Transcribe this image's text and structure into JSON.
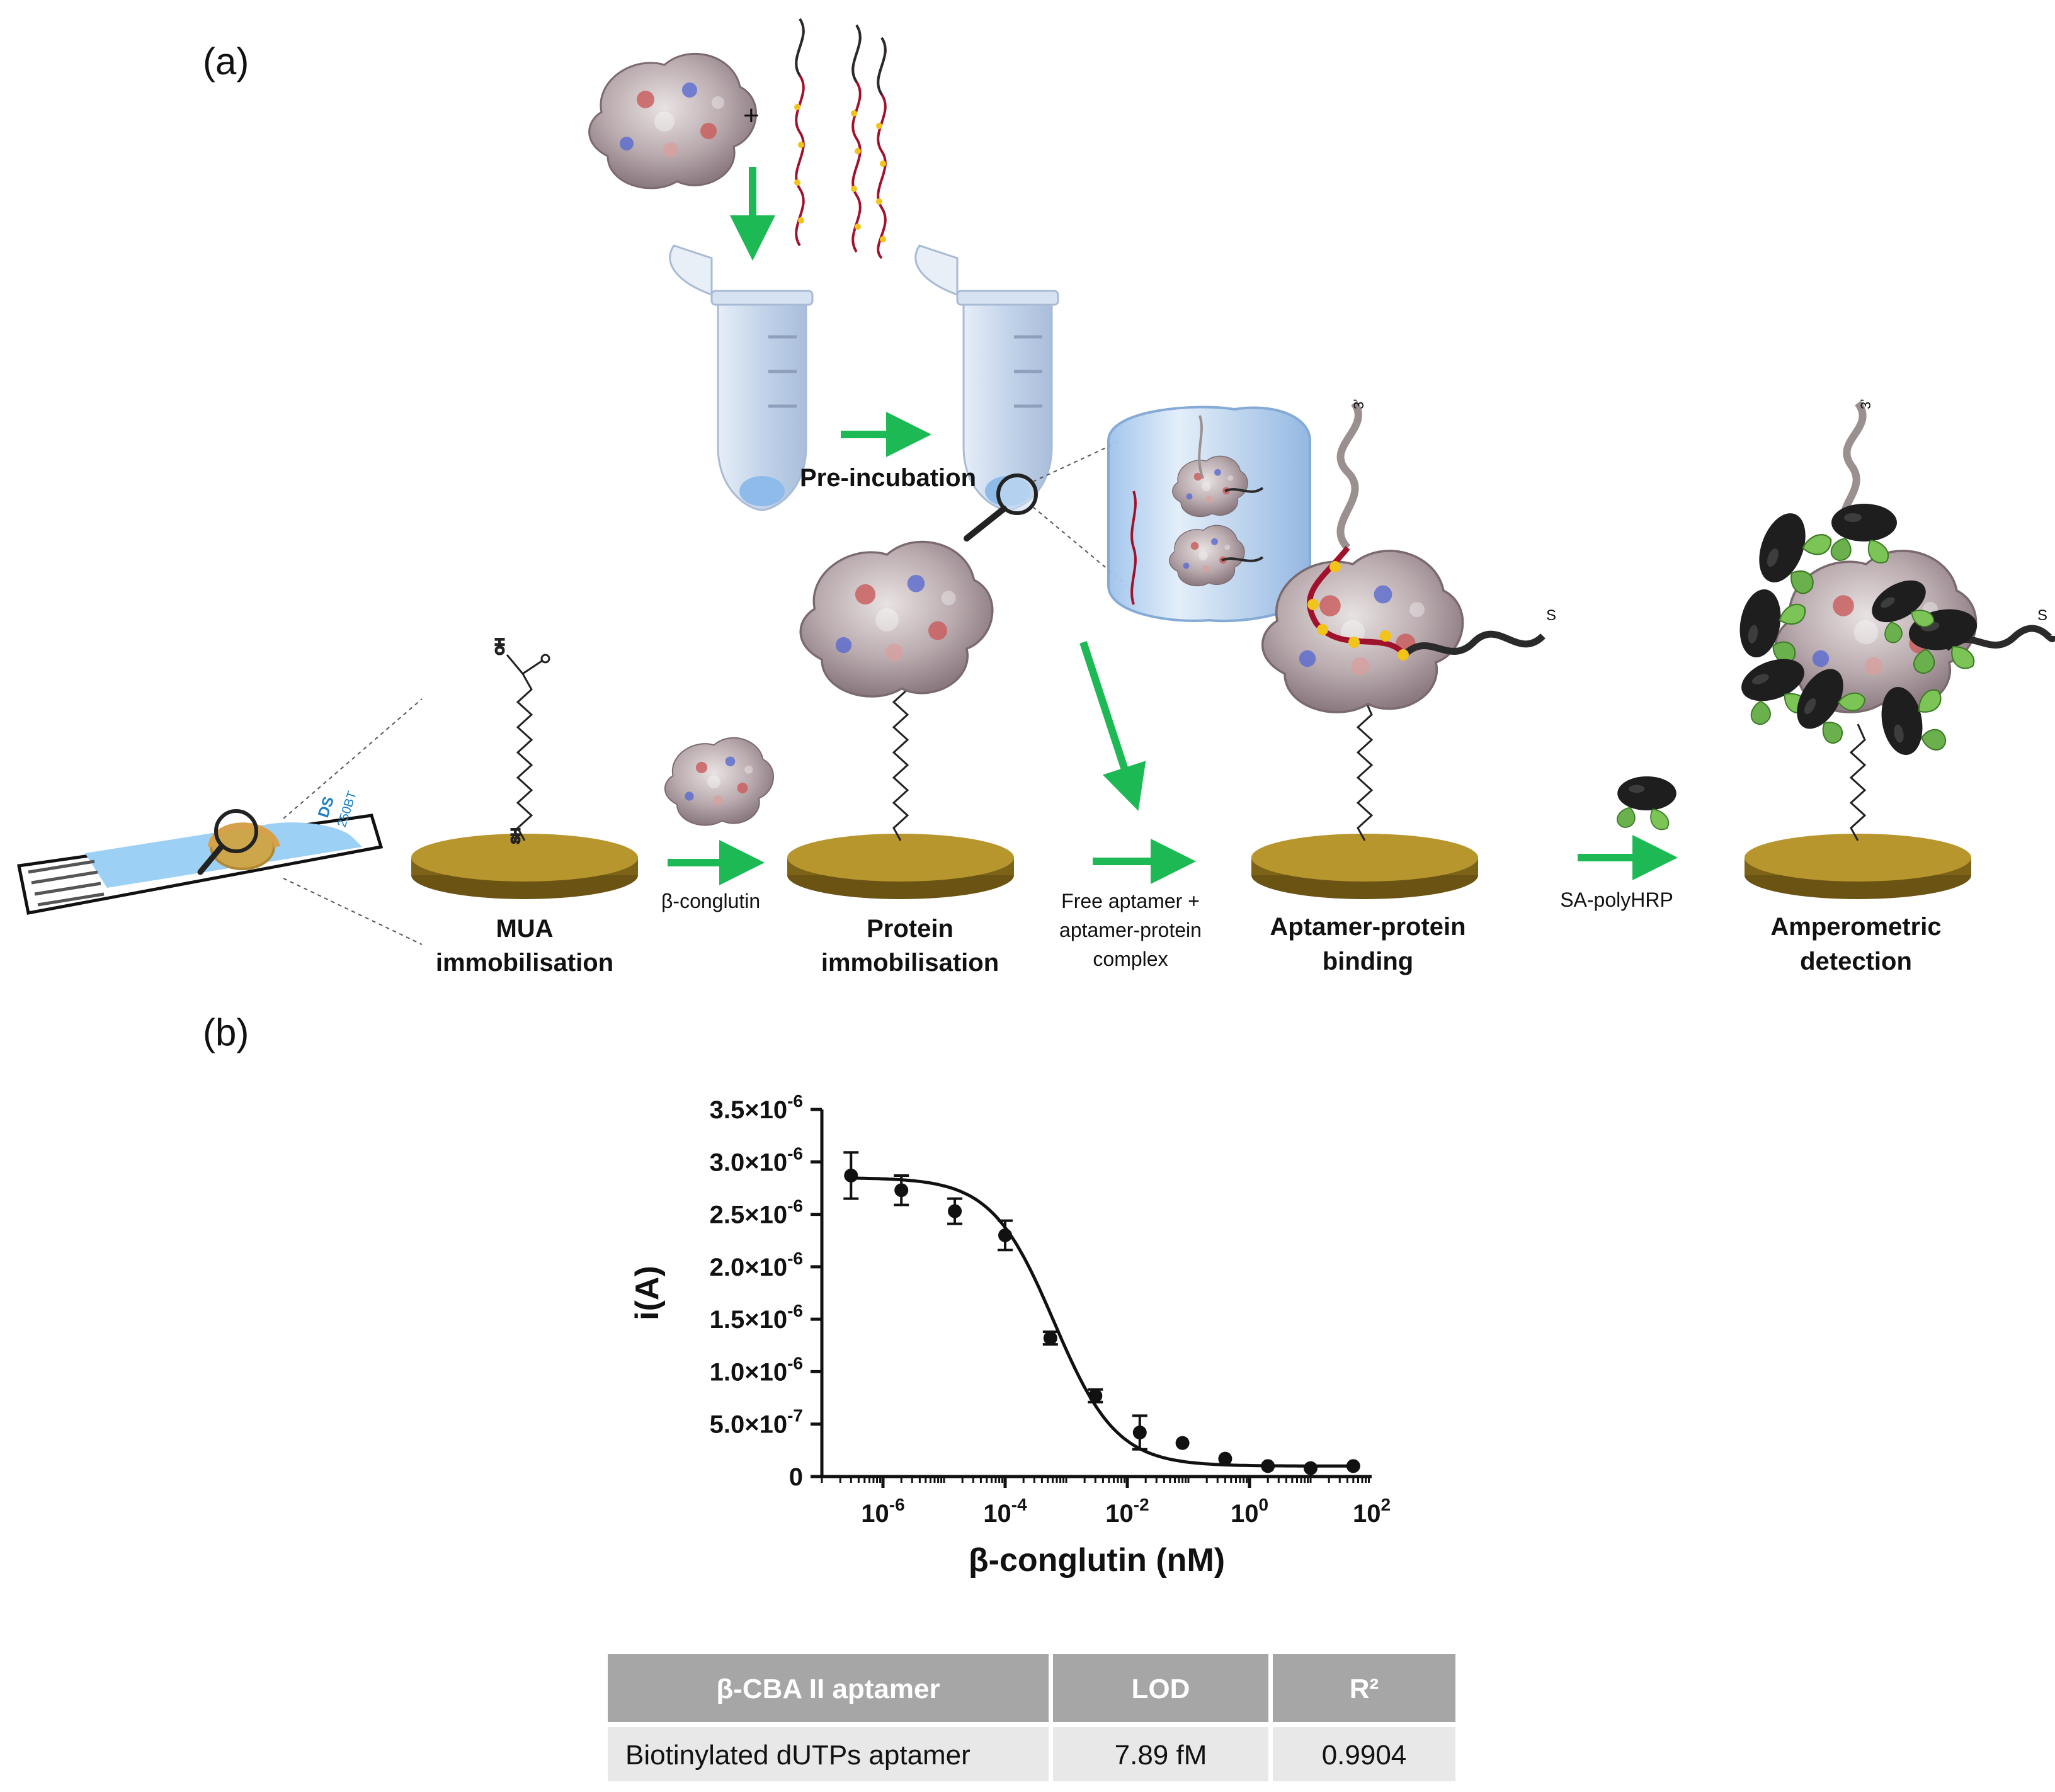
{
  "panel_a": {
    "label": "(a)",
    "plus": "+",
    "steps": {
      "pre_incubation": "Pre-incubation",
      "mua_line1": "MUA",
      "mua_line2": "immobilisation",
      "beta_conglutin": "β-conglutin",
      "protein_line1": "Protein",
      "protein_line2": "immobilisation",
      "free_line1": "Free aptamer +",
      "free_line2": "aptamer-protein",
      "free_line3": "complex",
      "apt_line1": "Aptamer-protein",
      "apt_line2": "binding",
      "sa_polyhrp": "SA-polyHRP",
      "amp_line1": "Amperometric",
      "amp_line2": "detection"
    },
    "electrode_text_1": "DS",
    "electrode_text_2": "250BT",
    "strand_end_3": "3'",
    "strand_end_s": "S",
    "thiol": "SH",
    "carboxyl": "OH"
  },
  "panel_b": {
    "label": "(b)",
    "chart_data": {
      "type": "scatter",
      "xlabel": "β-conglutin (nM)",
      "ylabel": "i(A)",
      "x_scale": "log",
      "xlim": [
        1e-07,
        100
      ],
      "ylim": [
        0,
        3.5e-06
      ],
      "x_ticks": [
        {
          "value": 1e-06,
          "base": "10",
          "exp": "-6"
        },
        {
          "value": 0.0001,
          "base": "10",
          "exp": "-4"
        },
        {
          "value": 0.01,
          "base": "10",
          "exp": "-2"
        },
        {
          "value": 1,
          "base": "10",
          "exp": "0"
        },
        {
          "value": 100,
          "base": "10",
          "exp": "2"
        }
      ],
      "y_ticks": [
        {
          "value": 3.5e-06,
          "mant": "3.5×10",
          "exp": "-6"
        },
        {
          "value": 3e-06,
          "mant": "3.0×10",
          "exp": "-6"
        },
        {
          "value": 2.5e-06,
          "mant": "2.5×10",
          "exp": "-6"
        },
        {
          "value": 2e-06,
          "mant": "2.0×10",
          "exp": "-6"
        },
        {
          "value": 1.5e-06,
          "mant": "1.5×10",
          "exp": "-6"
        },
        {
          "value": 1e-06,
          "mant": "1.0×10",
          "exp": "-6"
        },
        {
          "value": 5e-07,
          "mant": "5.0×10",
          "exp": "-7"
        },
        {
          "value": 0,
          "mant": "0",
          "exp": ""
        }
      ],
      "points": [
        {
          "x": 3e-07,
          "y": 2.87e-06,
          "err": 2.2e-07
        },
        {
          "x": 2e-06,
          "y": 2.73e-06,
          "err": 1.4e-07
        },
        {
          "x": 1.5e-05,
          "y": 2.53e-06,
          "err": 1.2e-07
        },
        {
          "x": 0.0001,
          "y": 2.3e-06,
          "err": 1.4e-07
        },
        {
          "x": 0.00055,
          "y": 1.32e-06,
          "err": 6e-08
        },
        {
          "x": 0.003,
          "y": 7.7e-07,
          "err": 6e-08
        },
        {
          "x": 0.016,
          "y": 4.2e-07,
          "err": 1.6e-07
        },
        {
          "x": 0.08,
          "y": 3.2e-07,
          "err": 0
        },
        {
          "x": 0.4,
          "y": 1.7e-07,
          "err": 0
        },
        {
          "x": 2.0,
          "y": 1e-07,
          "err": 0
        },
        {
          "x": 10,
          "y": 8e-08,
          "err": 0
        },
        {
          "x": 50,
          "y": 1e-07,
          "err": 0
        }
      ],
      "fit": {
        "model": "sigmoid",
        "top": 2.85e-06,
        "bottom": 1e-07,
        "log_ic50": -3.2,
        "hill": 0.85
      }
    },
    "table": {
      "headers": [
        "β-CBA II aptamer",
        "LOD",
        "R²"
      ],
      "rows": [
        [
          "Biotinylated dUTPs aptamer",
          "7.89 fM",
          "0.9904"
        ]
      ],
      "header_bg": "#a6a6a6",
      "row_bg": "#e8e8e8"
    }
  },
  "colors": {
    "arrow": "#1db954",
    "gold": "#8a6e1a",
    "gold_top": "#b8962e",
    "tube": "#c9d8ec",
    "liquid": "#8fb9e8",
    "strand_red": "#a0122c",
    "strand_yellow": "#f2c318",
    "strand_grey": "#9a9090",
    "strand_dark": "#2a2a2a",
    "hrp_black": "#1e1e1e",
    "hrp_green": "#6ab04c"
  }
}
